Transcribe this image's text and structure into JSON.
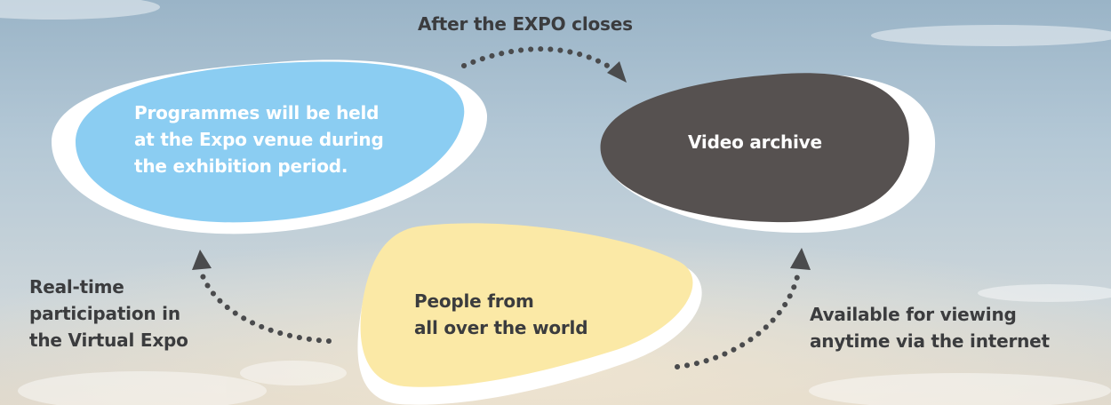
{
  "diagram": {
    "top_label": "After the EXPO closes",
    "left_label": [
      "Real-time",
      "participation in",
      "the Virtual Expo"
    ],
    "right_label": [
      "Available for viewing",
      "anytime via the internet"
    ],
    "blue_blob_text": [
      "Programmes will be held",
      "at the Expo venue during",
      "the exhibition period."
    ],
    "dark_blob_text": "Video archive",
    "yellow_blob_text": [
      "People from",
      "all over the world"
    ]
  },
  "colors": {
    "blue_blob": "#8bcdf2",
    "dark_blob": "#565150",
    "yellow_blob": "#fbe9a6",
    "arrow_dots": "#4a4b4d",
    "label_text": "#3b3c3e"
  }
}
